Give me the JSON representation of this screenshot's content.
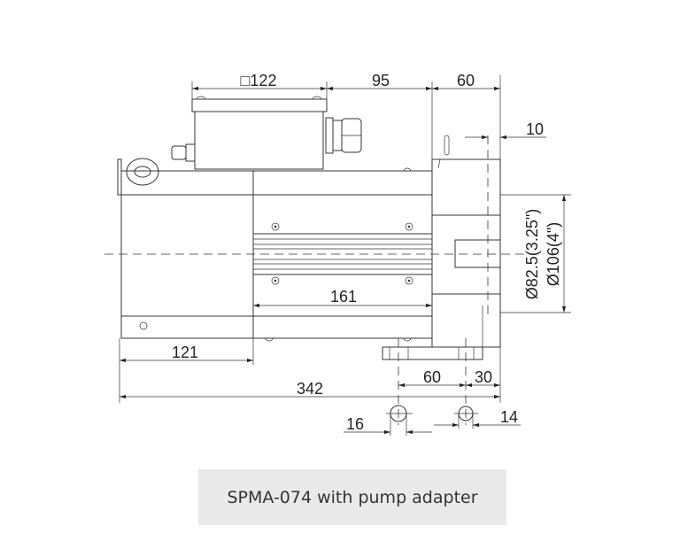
{
  "drawing": {
    "dimensions": {
      "box_size": "□122",
      "d95": "95",
      "d60_top": "60",
      "d10": "10",
      "dia_inner": "Ø82.5(3.25\")",
      "dia_outer": "Ø106(4\")",
      "d161": "161",
      "d121": "121",
      "d342": "342",
      "d60_bottom": "60",
      "d30": "30",
      "d16": "16",
      "d14": "14"
    }
  },
  "caption": "SPMA-074 with pump adapter"
}
